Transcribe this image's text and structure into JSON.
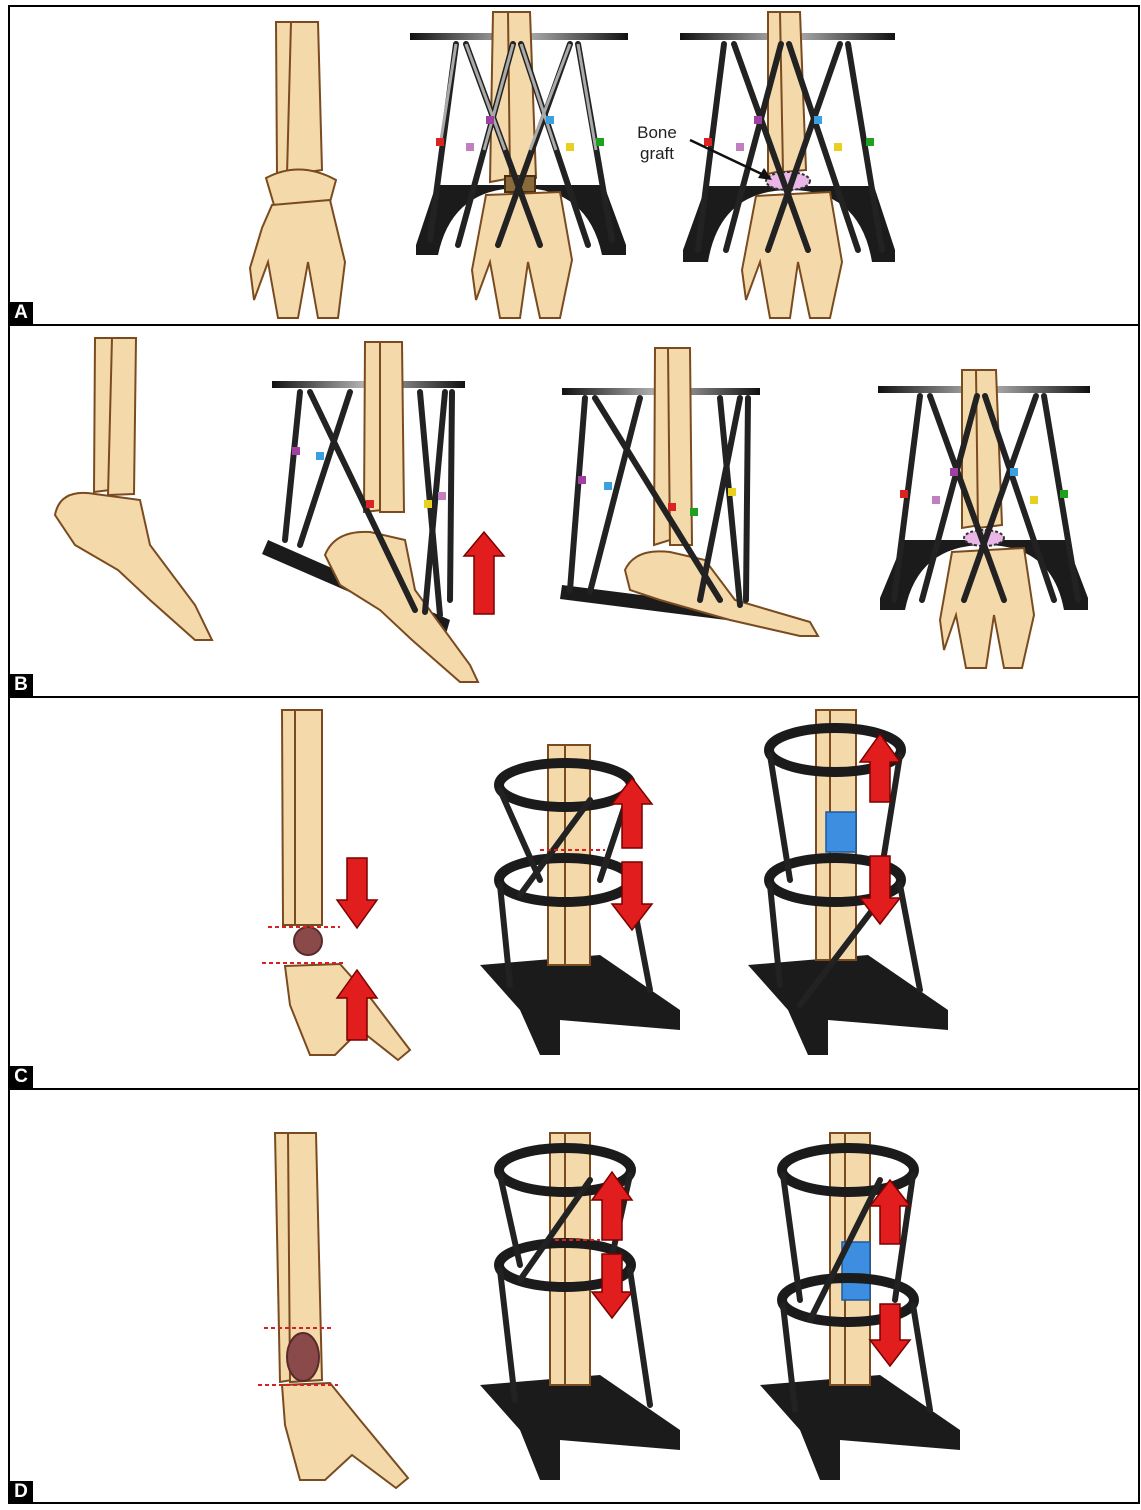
{
  "panels": [
    {
      "id": "A",
      "label": "A"
    },
    {
      "id": "B",
      "label": "B"
    },
    {
      "id": "C",
      "label": "C"
    },
    {
      "id": "D",
      "label": "D"
    }
  ],
  "annotations": {
    "bone_graft": "Bone\ngraft"
  },
  "colors": {
    "bone_fill": "#f4d9ab",
    "bone_outline": "#7a4b1f",
    "frame_black": "#1b1b1b",
    "strut_grey": "#9a9a9a",
    "arrow_red": "#e11d1d",
    "graft_pink": "#e9b6e6",
    "regenerate_blue": "#3d8ee0",
    "lesion_brown": "#8a4a4a",
    "cut_line_red": "#d82020"
  },
  "icons": {
    "arrow_up": "arrow-up-icon",
    "arrow_down": "arrow-down-icon"
  }
}
